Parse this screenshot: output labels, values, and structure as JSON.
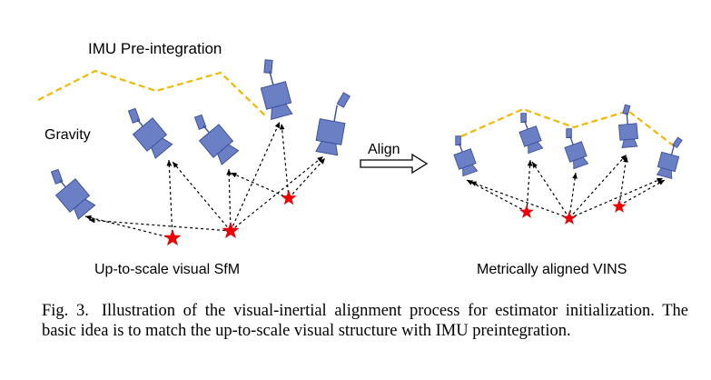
{
  "labels": {
    "imu": "IMU Pre-integration",
    "gravity": "Gravity",
    "align": "Align",
    "sfm": "Up-to-scale visual SfM",
    "vins": "Metrically aligned VINS"
  },
  "caption": {
    "number": "Fig. 3.",
    "text": "Illustration of the visual-inertial alignment process for estimator initialization. The basic idea is to match the up-to-scale visual structure with IMU preintegration."
  },
  "colors": {
    "camera_fill": "#6b7fc4",
    "camera_stroke": "#3f52a0",
    "imu_line": "#f5b800",
    "feature_star": "#ee0000",
    "ray": "#000000"
  }
}
